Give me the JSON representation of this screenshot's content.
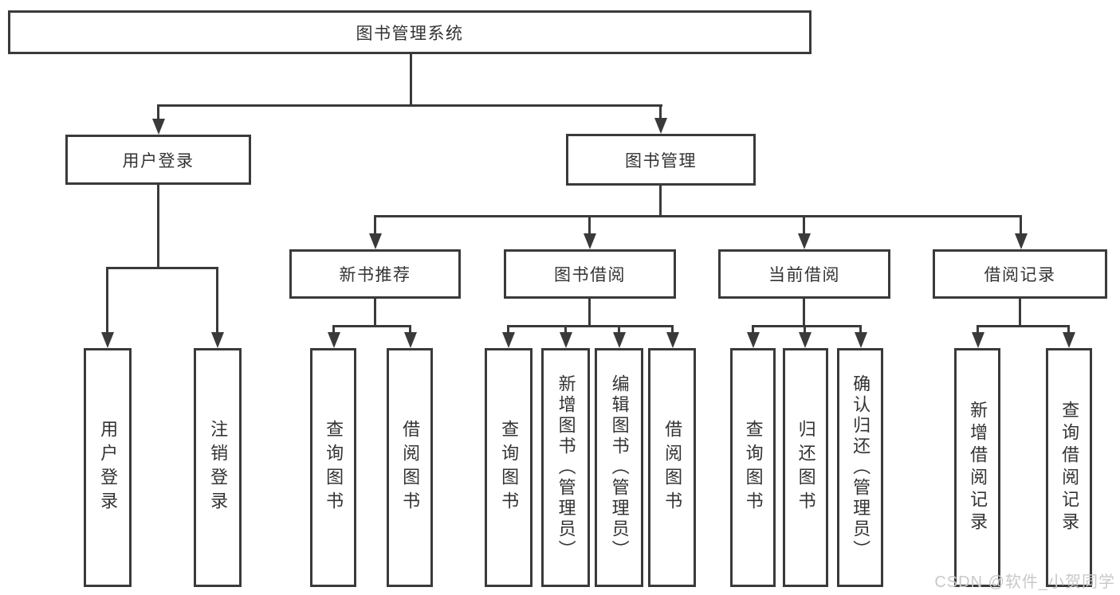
{
  "diagram": {
    "type": "hierarchy-tree",
    "root": {
      "label": "图书管理系统"
    },
    "branches": {
      "user_login": {
        "label": "用户登录",
        "children": {
          "login": {
            "label": "用户登录"
          },
          "logout": {
            "label": "注销登录"
          }
        }
      },
      "book_management": {
        "label": "图书管理",
        "sections": {
          "new_book_recommend": {
            "label": "新书推荐",
            "children": {
              "query_books": {
                "label": "查询图书"
              },
              "borrow_books": {
                "label": "借阅图书"
              }
            }
          },
          "book_borrowing": {
            "label": "图书借阅",
            "children": {
              "query_books": {
                "label": "查询图书"
              },
              "add_books_admin": {
                "label": "新增图书（管理员）"
              },
              "edit_books_admin": {
                "label": "编辑图书（管理员）"
              },
              "borrow_books": {
                "label": "借阅图书"
              }
            }
          },
          "current_borrowing": {
            "label": "当前借阅",
            "children": {
              "query_books": {
                "label": "查询图书"
              },
              "return_books": {
                "label": "归还图书"
              },
              "confirm_return_admin": {
                "label": "确认归还（管理员）"
              }
            }
          },
          "borrowing_records": {
            "label": "借阅记录",
            "children": {
              "add_record": {
                "label": "新增借阅记录"
              },
              "query_record": {
                "label": "查询借阅记录"
              }
            }
          }
        }
      }
    }
  },
  "watermark": {
    "text": "CSDN @软件_小贺同学"
  },
  "colors": {
    "line": "#3a3a3a",
    "text": "#333333",
    "watermark_text": "#c9c9c9",
    "background": "#ffffff"
  }
}
